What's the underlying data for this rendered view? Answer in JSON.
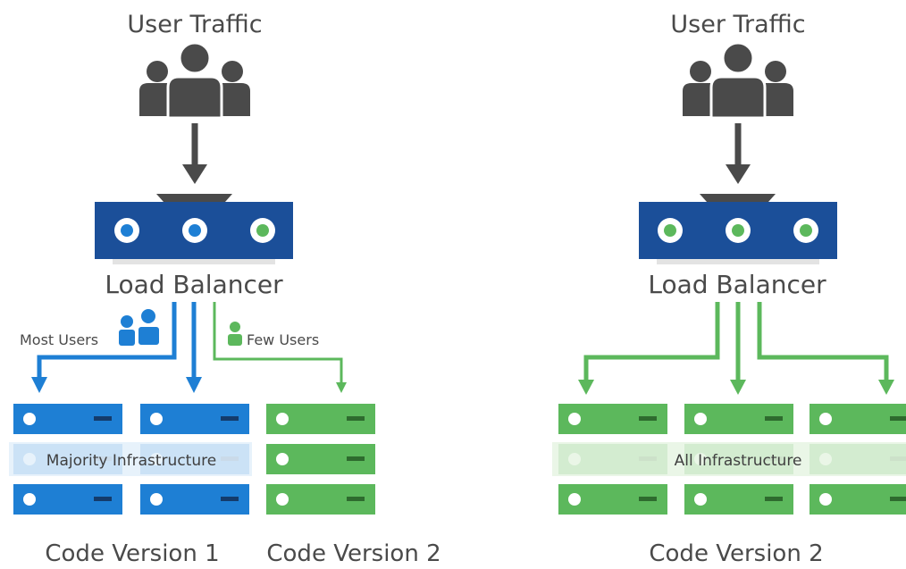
{
  "left": {
    "title": "User Traffic",
    "load_balancer_label": "Load Balancer",
    "most_users_label": "Most Users",
    "few_users_label": "Few Users",
    "infrastructure_label": "Majority Infrastructure",
    "version_1_label": "Code Version 1",
    "version_2_label": "Code Version 2"
  },
  "right": {
    "title": "User Traffic",
    "load_balancer_label": "Load Balancer",
    "infrastructure_label": "All Infrastructure",
    "version_label": "Code Version 2"
  },
  "icons": {
    "users": "users-group-icon",
    "arrow": "arrow-down-icon",
    "server": "server-rack-icon",
    "load_balancer": "load-balancer-icon"
  },
  "colors": {
    "blue": "#1e7fd4",
    "dark_blue": "#1b4f99",
    "green": "#5cb85c",
    "dark_gray": "#4a4a4a",
    "text": "#4a4a4a"
  }
}
